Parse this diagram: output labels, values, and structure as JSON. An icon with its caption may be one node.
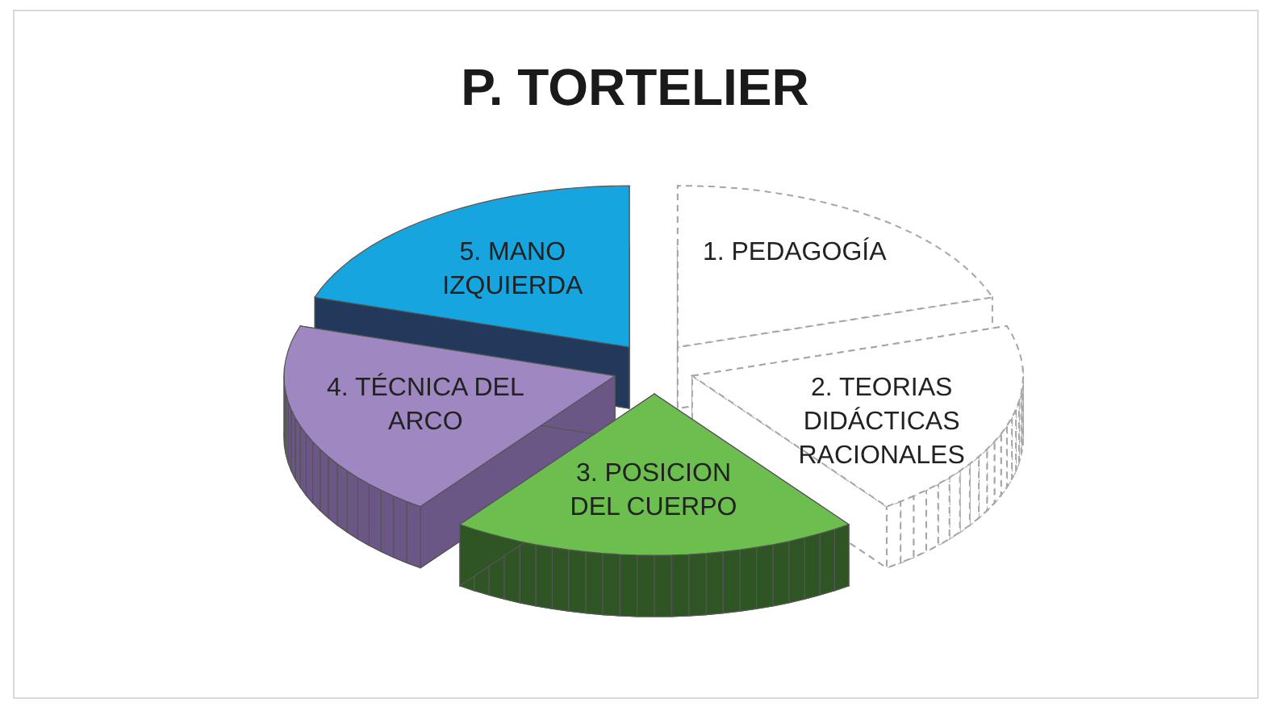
{
  "diagram": {
    "title": "P. TORTELIER",
    "nodes": [
      {
        "text": [
          "1. PEDAGOGÍA"
        ]
      },
      {
        "text": [
          "2. TEORIAS DIDÁCTICAS RACIONALES"
        ]
      },
      {
        "text": [
          "3. POSICION DEL CUERPO"
        ]
      },
      {
        "text": [
          "4. TÉCNICA DEL ARCO"
        ]
      },
      {
        "text": [
          "5. MANO IZQUIERDA"
        ]
      }
    ],
    "edges": []
  }
}
